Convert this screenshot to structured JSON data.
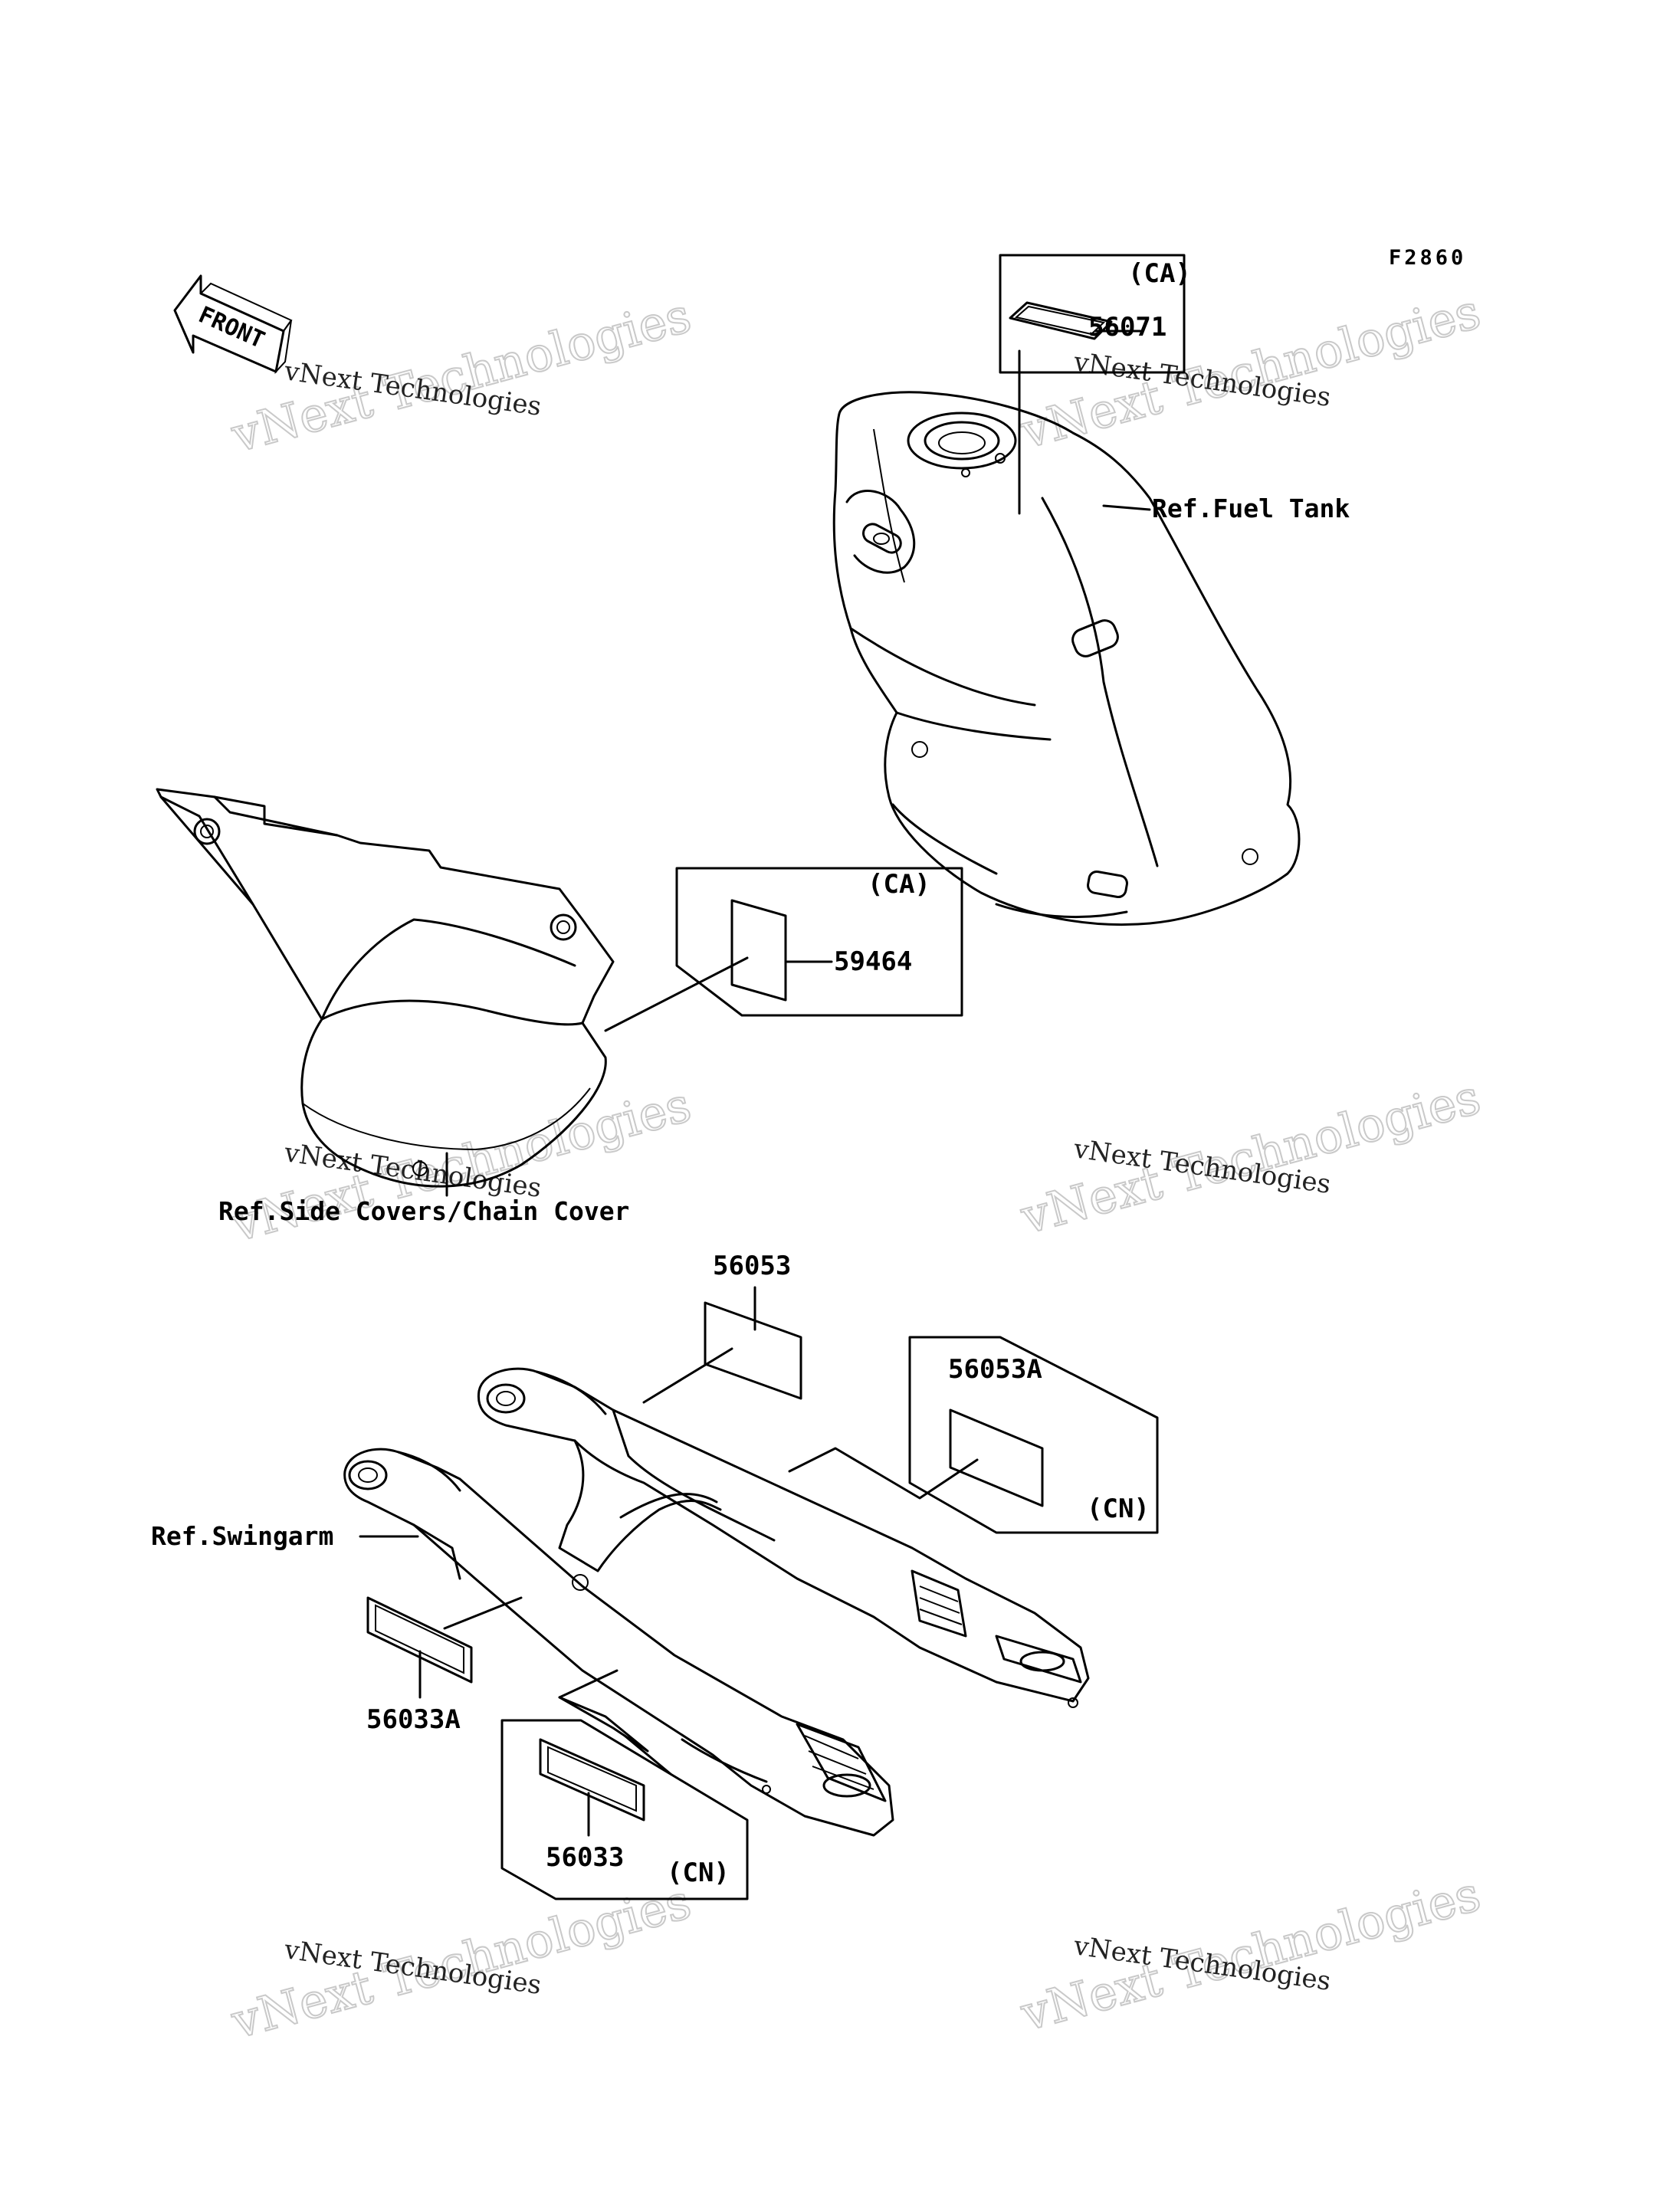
{
  "figure_code": "F2860",
  "front_label": "FRONT",
  "watermark": {
    "line1": "vNext Technologies",
    "line2": "vNext Technologies"
  },
  "references": {
    "fuel_tank": "Ref.Fuel Tank",
    "side_covers": "Ref.Side Covers/Chain Cover",
    "swingarm": "Ref.Swingarm"
  },
  "parts": {
    "p56071": "56071",
    "p59464": "59464",
    "p56053": "56053",
    "p56053A": "56053A",
    "p56033A": "56033A",
    "p56033": "56033"
  },
  "regions": {
    "ca_tank": "(CA)",
    "ca_cover": "(CA)",
    "cn_56053A": "(CN)",
    "cn_56033": "(CN)"
  }
}
